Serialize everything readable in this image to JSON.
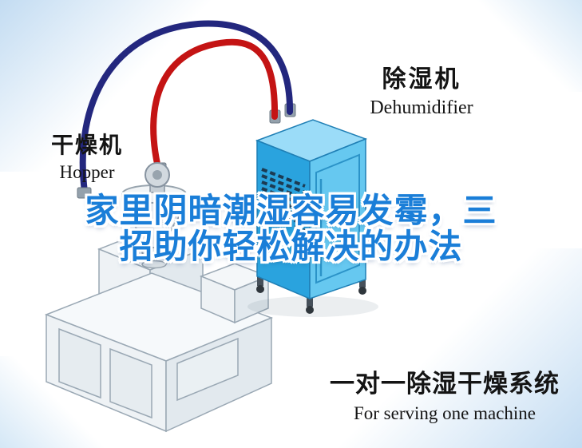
{
  "illustration": {
    "hopper_label": {
      "cn": "干燥机",
      "en": "Hopper"
    },
    "dehumidifier_label": {
      "cn": "除湿机",
      "en": "Dehumidifier"
    }
  },
  "headline": {
    "line1": "家里阴暗潮湿容易发霉，三",
    "line2": "招助你轻松解决的办法"
  },
  "footer_caption": {
    "cn": "一对一除湿干燥系统",
    "en": "For serving one machine"
  },
  "colors": {
    "headline_blue": "#1a7ed8",
    "pipe_red": "#c41414",
    "pipe_blue": "#23277e",
    "machine_front": "#2aa3de",
    "machine_side": "#66c8f0",
    "machine_top": "#9bdcf8",
    "vent_dark": "#1c3b53",
    "corner_tint": "#c3dcf2",
    "label_text": "#141414"
  }
}
